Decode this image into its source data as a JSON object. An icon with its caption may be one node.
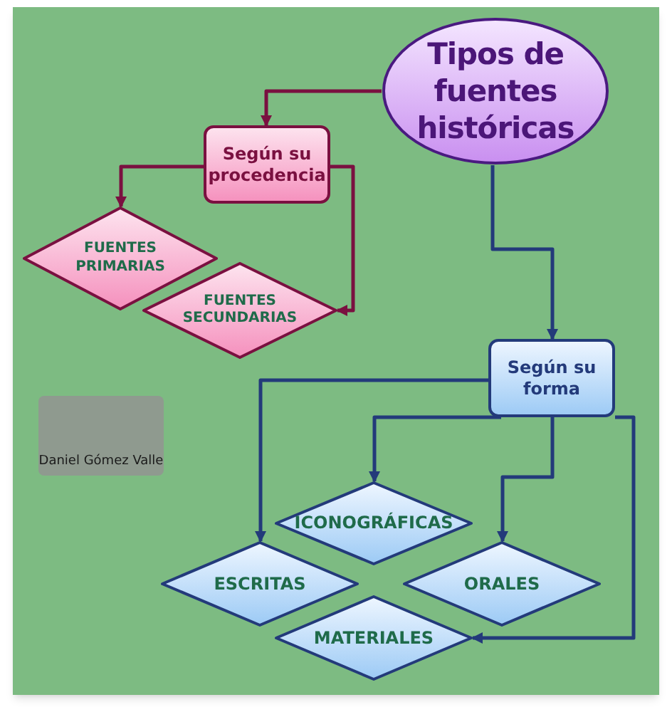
{
  "diagram": {
    "nodes": [
      {
        "text": [
          "Tipos de fuentes históricas"
        ]
      },
      {
        "text": [
          "Según su procedencia"
        ]
      },
      {
        "text": [
          "FUENTES PRIMARIAS"
        ]
      },
      {
        "text": [
          "FUENTES SECUNDARIAS"
        ]
      },
      {
        "text": [
          "Según su forma"
        ]
      },
      {
        "text": [
          "ICONOGRÁFICAS"
        ]
      },
      {
        "text": [
          "ESCRITAS"
        ]
      },
      {
        "text": [
          "ORALES"
        ]
      },
      {
        "text": [
          "MATERIALES"
        ]
      }
    ],
    "edges": [
      {
        "from": 0,
        "to": 1,
        "arrow": "to",
        "color": "#7a1040"
      },
      {
        "from": 1,
        "to": 2,
        "arrow": "to",
        "color": "#7a1040"
      },
      {
        "from": 1,
        "to": 3,
        "arrow": "to",
        "color": "#7a1040"
      },
      {
        "from": 0,
        "to": 4,
        "arrow": "to"
      },
      {
        "from": 4,
        "to": 6,
        "arrow": "to"
      },
      {
        "from": 4,
        "to": 5,
        "arrow": "to"
      },
      {
        "from": 4,
        "to": 7,
        "arrow": "to"
      },
      {
        "from": 4,
        "to": 8,
        "arrow": "to"
      }
    ],
    "labels": [
      "Daniel Gómez Valle"
    ]
  }
}
